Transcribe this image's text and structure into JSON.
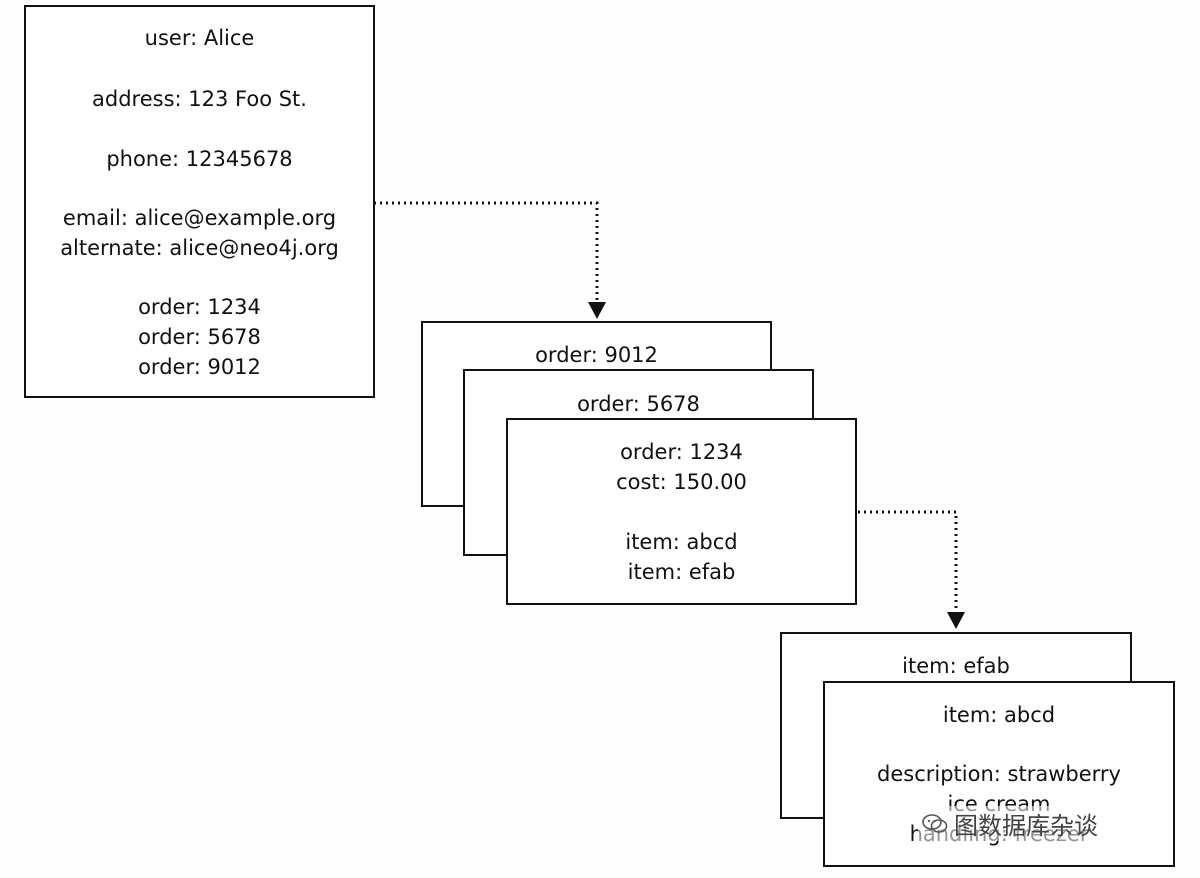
{
  "user_box": {
    "user": "user: Alice",
    "address": "address: 123 Foo St.",
    "phone": "phone: 12345678",
    "email": "email: alice@example.org",
    "alternate": "alternate: alice@neo4j.org",
    "orders": [
      "order: 1234",
      "order: 5678",
      "order: 9012"
    ]
  },
  "order_boxes": {
    "back": "order: 9012",
    "middle": "order: 5678",
    "front": {
      "order": "order: 1234",
      "cost": "cost: 150.00",
      "items": [
        "item: abcd",
        "item: efab"
      ]
    }
  },
  "item_boxes": {
    "back": "item: efab",
    "front": {
      "item": "item: abcd",
      "description_line1": "description: strawberry",
      "description_line2": "ice cream",
      "handling": "handling: freezer"
    }
  },
  "watermark": {
    "icon": "wechat-icon",
    "text": "图数据库杂谈"
  }
}
